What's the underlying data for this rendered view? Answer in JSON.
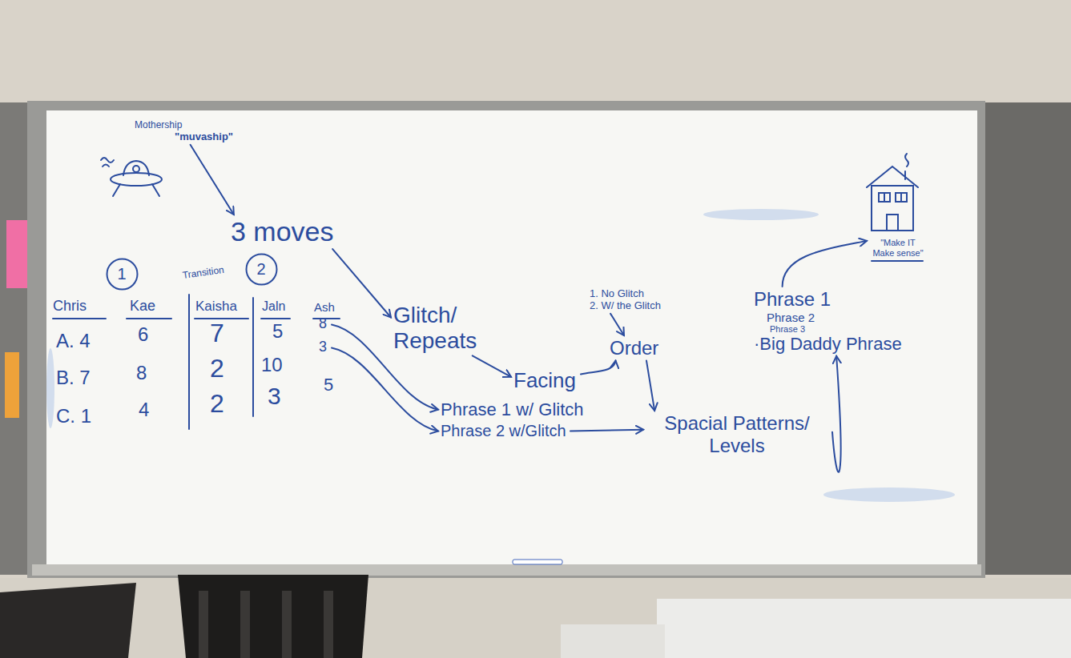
{
  "diagram": {
    "nodes": [
      {
        "text": [
          "Mothership",
          "\"muvaship\""
        ]
      },
      {
        "text": [
          "3 moves"
        ]
      },
      {
        "text": [
          "1"
        ]
      },
      {
        "text": [
          "2"
        ]
      },
      {
        "text": [
          "8"
        ]
      },
      {
        "text": [
          "3"
        ]
      },
      {
        "text": [
          "Glitch/ Repeats"
        ]
      },
      {
        "text": [
          "1. No Glitch",
          "2. W/ the Glitch"
        ]
      },
      {
        "text": [
          "Order"
        ]
      },
      {
        "text": [
          "Facing"
        ]
      },
      {
        "text": [
          "Phrase 1 w/ Glitch"
        ]
      },
      {
        "text": [
          "Phrase 2 w/Glitch"
        ]
      },
      {
        "text": [
          "Spacial Patterns/ Levels"
        ]
      },
      {
        "text": [
          "Phrase 1",
          "Phrase 2",
          "Phrase 3",
          "·Big Daddy Phrase"
        ]
      },
      {
        "text": [
          "\"Make IT Make sense\""
        ]
      }
    ],
    "edges": [
      {
        "from": 0,
        "to": 1,
        "arrow": "to"
      },
      {
        "from": 1,
        "to": 6,
        "arrow": "to"
      },
      {
        "from": 6,
        "to": 9,
        "arrow": "to"
      },
      {
        "from": 9,
        "to": 8,
        "arrow": "to"
      },
      {
        "from": 7,
        "to": 8,
        "arrow": "to"
      },
      {
        "from": 8,
        "to": 12,
        "arrow": "to"
      },
      {
        "from": 4,
        "to": 10,
        "arrow": "to"
      },
      {
        "from": 5,
        "to": 11,
        "arrow": "to"
      },
      {
        "from": 11,
        "to": 12,
        "arrow": "to"
      },
      {
        "from": 12,
        "to": 13,
        "arrow": "to"
      },
      {
        "from": 13,
        "to": 14,
        "arrow": "to"
      }
    ],
    "labels": [
      "Transition",
      "Chris",
      "Kae",
      "Kaisha",
      "Jaln",
      "Ash",
      "A. 4",
      "B. 7",
      "C. 1",
      "6",
      "8",
      "4",
      "7",
      "2",
      "2",
      "5",
      "10",
      "3",
      "5"
    ]
  }
}
